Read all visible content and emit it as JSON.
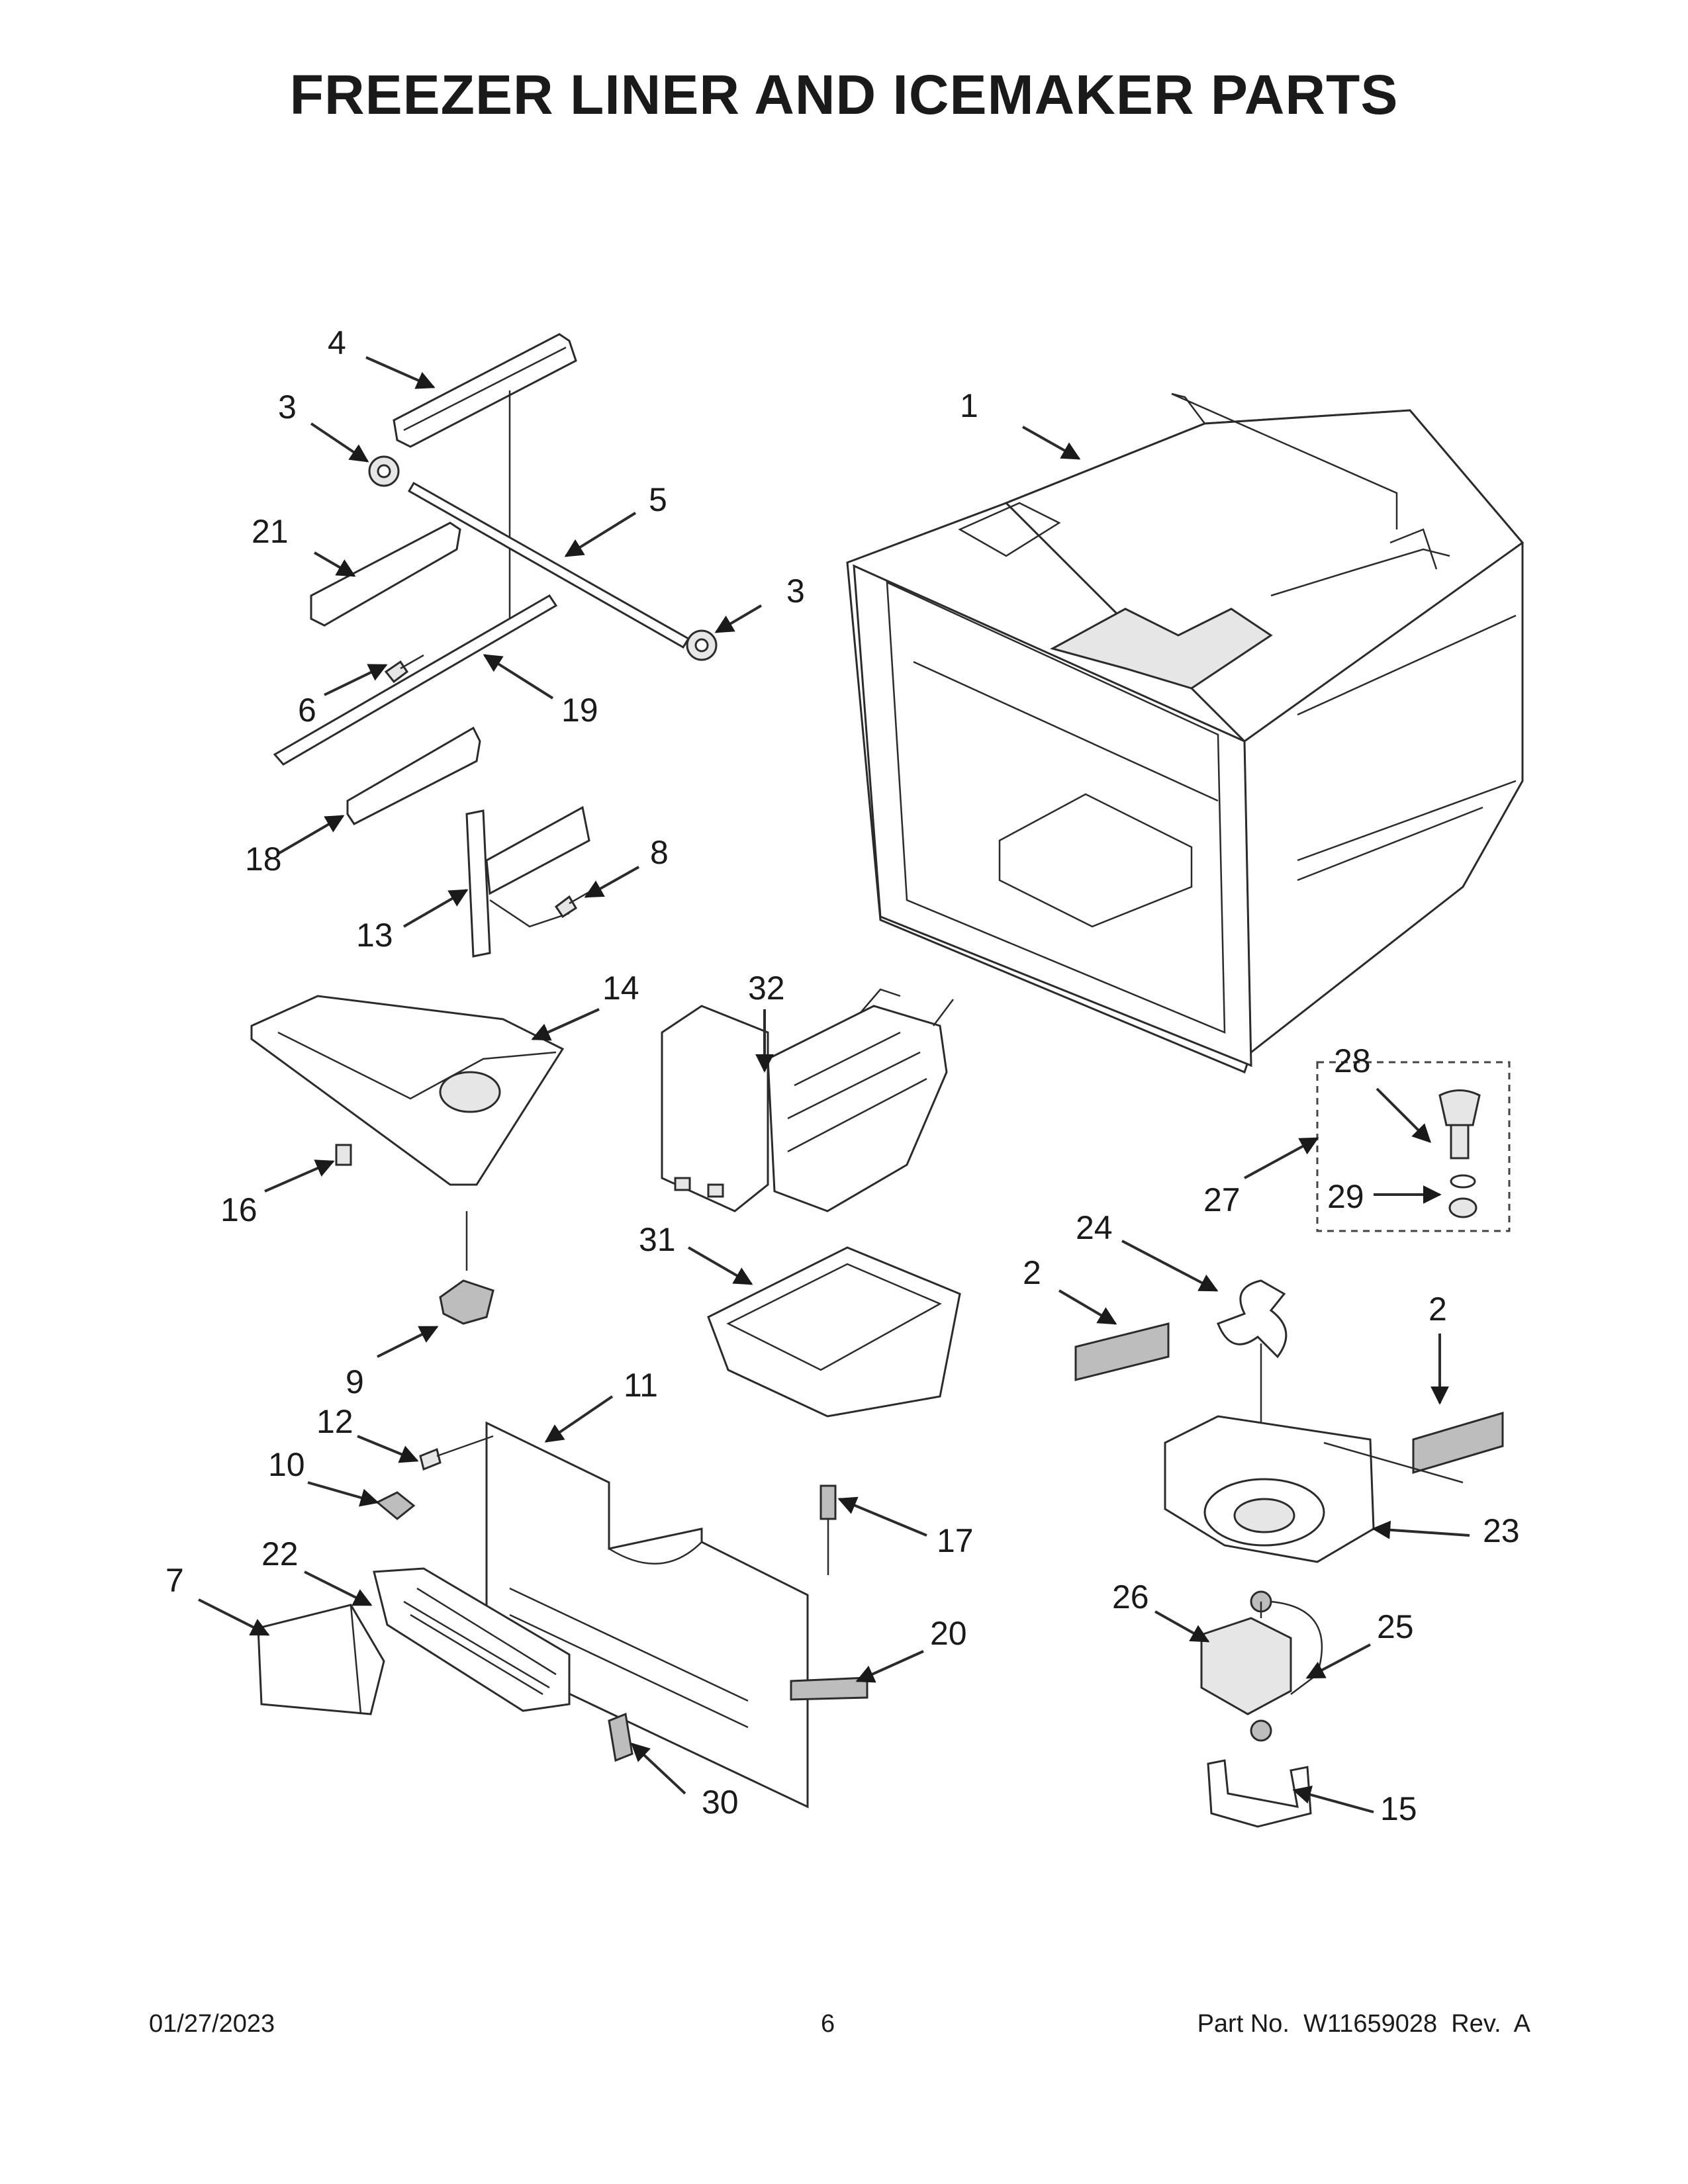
{
  "title": "FREEZER LINER AND ICEMAKER PARTS",
  "footer": {
    "date": "01/27/2023",
    "page": "6",
    "part_number": "Part No.  W11659028  Rev.  A"
  },
  "callouts": [
    "1",
    "2",
    "2",
    "3",
    "3",
    "4",
    "5",
    "6",
    "7",
    "8",
    "9",
    "10",
    "11",
    "12",
    "13",
    "14",
    "15",
    "16",
    "17",
    "18",
    "19",
    "20",
    "21",
    "22",
    "23",
    "24",
    "25",
    "26",
    "27",
    "28",
    "29",
    "30",
    "31",
    "32"
  ]
}
